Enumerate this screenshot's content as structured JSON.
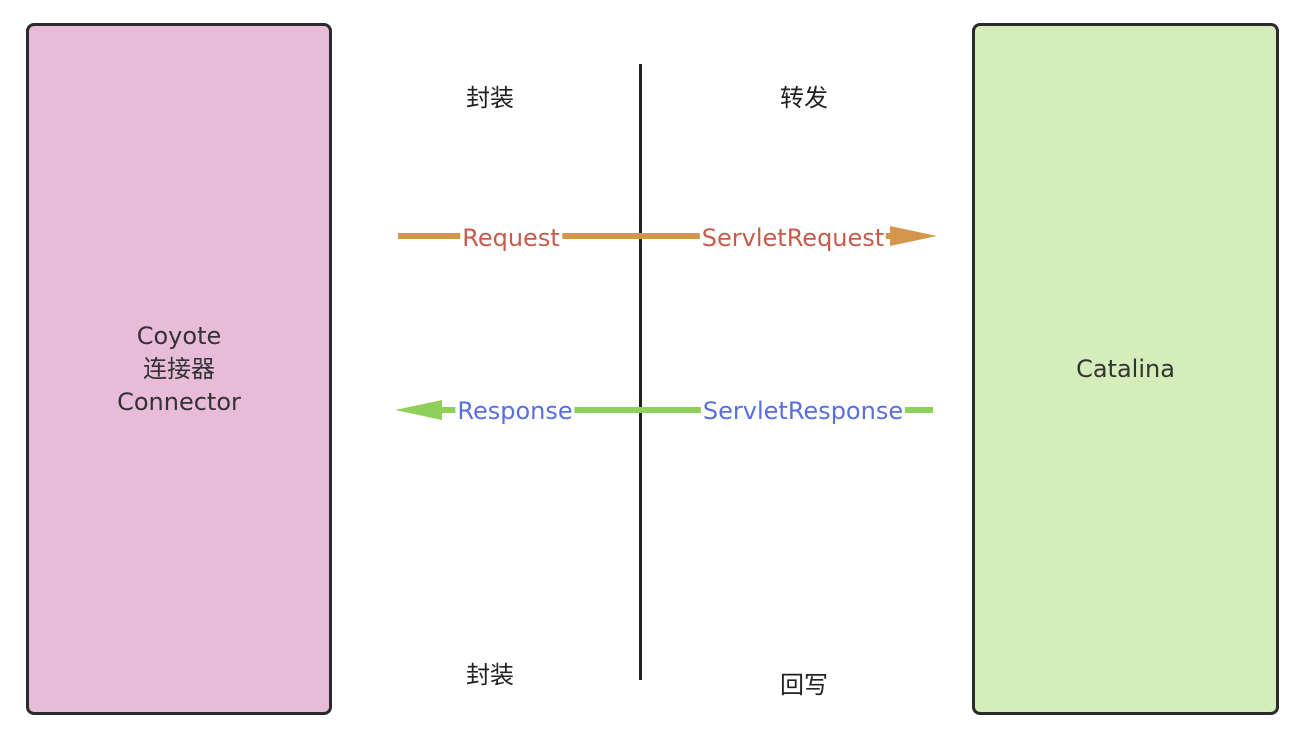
{
  "left_box": {
    "lines": [
      "Coyote",
      "连接器",
      "Connector"
    ]
  },
  "right_box": {
    "label": "Catalina"
  },
  "phase_labels": {
    "top_left": "封装",
    "top_right": "转发",
    "bottom_left": "封装",
    "bottom_right": "回写"
  },
  "request_flow": {
    "left_label": "Request",
    "right_label": "ServletRequest",
    "color": "#d4964a",
    "label_color": "#c95a4a",
    "direction": "right"
  },
  "response_flow": {
    "left_label": "Response",
    "right_label": "ServletResponse",
    "color": "#8fd05a",
    "label_color": "#5a6ee0",
    "direction": "left"
  }
}
